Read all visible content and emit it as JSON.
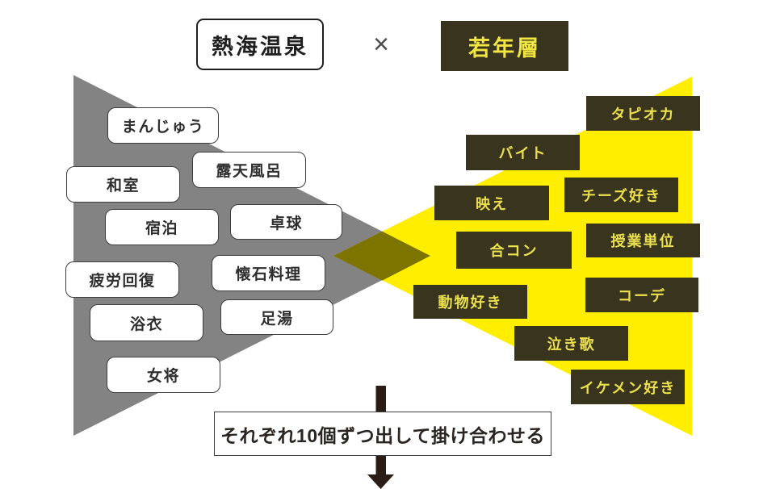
{
  "header": {
    "left_keyword": "熱海温泉",
    "operator": "×",
    "right_keyword": "若年層"
  },
  "left_funnel": {
    "items": [
      "まんじゅう",
      "露天風呂",
      "和室",
      "宿泊",
      "卓球",
      "疲労回復",
      "懐石料理",
      "浴衣",
      "足湯",
      "女将"
    ]
  },
  "right_funnel": {
    "items": [
      "タピオカ",
      "バイト",
      "チーズ好き",
      "映え",
      "授業単位",
      "合コン",
      "コーデ",
      "動物好き",
      "泣き歌",
      "イケメン好き"
    ]
  },
  "footer": {
    "instruction": "それぞれ10個ずつ出して掛け合わせる"
  },
  "colors": {
    "gray_triangle": "#838383",
    "yellow_triangle": "#ffee00",
    "overlap_diamond": "#7d7400",
    "dark_box_bg": "#38341d",
    "dark_box_text": "#ece04e",
    "arrow": "#2b1d15"
  }
}
